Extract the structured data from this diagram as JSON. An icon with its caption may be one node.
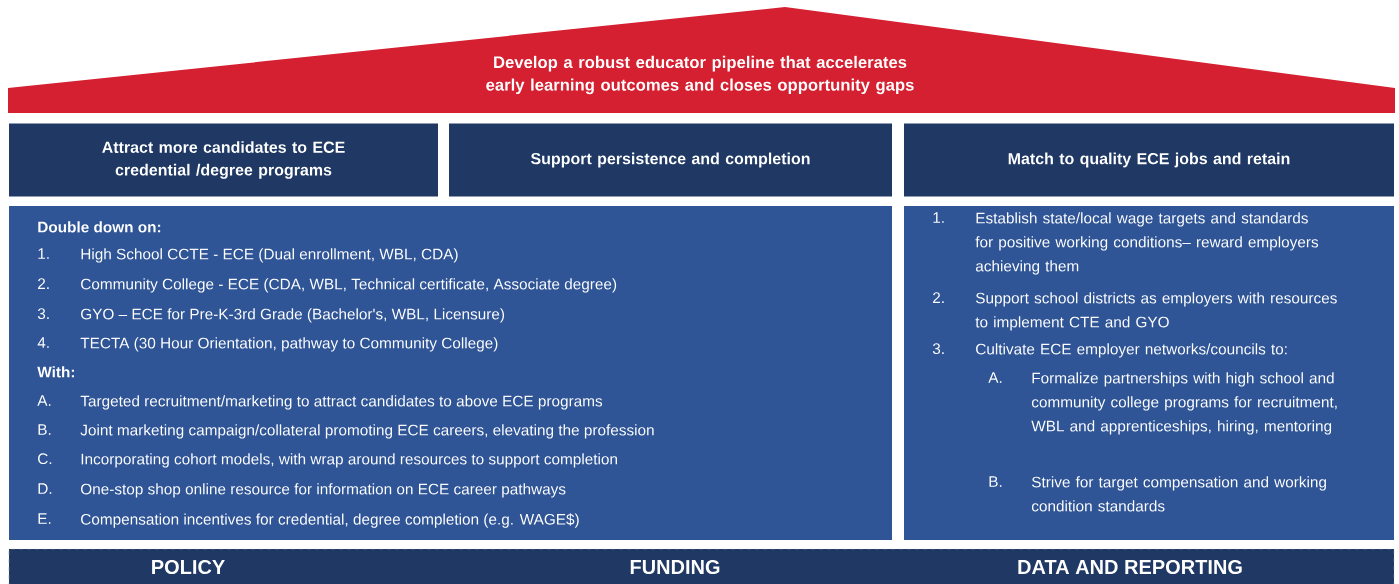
{
  "diagram": {
    "nodes": [
      {
        "text": [
          "Develop a robust educator pipeline that accelerates early learning outcomes and closes opportunity gaps"
        ]
      },
      {
        "text": [
          "Attract more candidates to ECE credential /degree programs"
        ]
      },
      {
        "text": [
          "Support persistence and completion"
        ]
      },
      {
        "text": [
          "Match to quality ECE jobs and retain"
        ]
      },
      {
        "text": [
          "Double down on:",
          "1.",
          "High School CCTE - ECE  (Dual enrollment, WBL, CDA)",
          "2.",
          "Community College - ECE (CDA, WBL, Technical certificate, Associate degree)",
          "3.",
          "GYO – ECE for Pre-K-3rd Grade (Bachelor's, WBL, Licensure)",
          "4.",
          "TECTA (30 Hour Orientation, pathway to Community College)",
          "With:",
          "A.",
          "Targeted recruitment/marketing to attract candidates to above ECE programs",
          "B.",
          "Joint marketing campaign/collateral promoting ECE careers, elevating the profession",
          "C.",
          "Incorporating cohort models, with wrap around resources to support completion",
          "D.",
          "One-stop shop online resource for information on ECE career pathways",
          "E.",
          "Compensation incentives for credential, degree completion (e.g. WAGE$)"
        ]
      },
      {
        "text": [
          "1.",
          "Establish state/local wage targets and standards for positive working conditions– reward employers achieving them",
          "2.",
          "Support school districts as employers with resources to implement CTE and GYO",
          "3.",
          "Cultivate ECE employer networks/councils to:",
          "A.",
          "Formalize partnerships with high school and community college programs for recruitment, WBL and apprenticeships, hiring, mentoring",
          "B.",
          "Strive for target compensation and working condition standards"
        ]
      },
      {
        "text": [
          "POLICY",
          "FUNDING",
          "DATA AND REPORTING"
        ]
      }
    ]
  }
}
